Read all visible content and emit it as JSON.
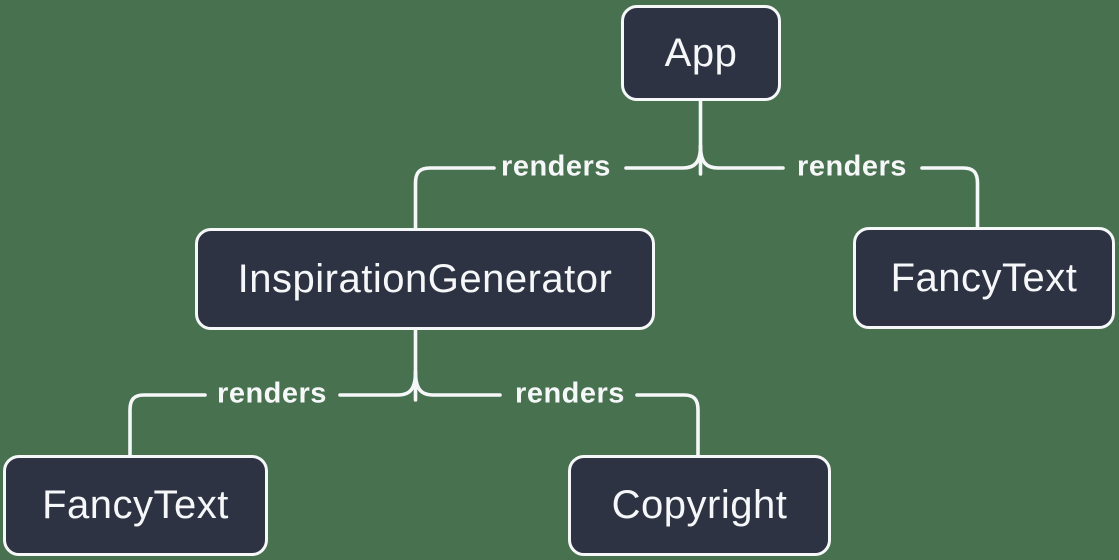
{
  "colors": {
    "background": "#48714f",
    "node_fill": "#2d3343",
    "node_border": "#f6f7f9",
    "node_text": "#f6f7f9",
    "line": "#f6f7f9",
    "label_text": "#f6f7f9"
  },
  "nodes": [
    {
      "id": "app",
      "label": "App"
    },
    {
      "id": "inspiration-generator",
      "label": "InspirationGenerator"
    },
    {
      "id": "fancy-text-top",
      "label": "FancyText"
    },
    {
      "id": "fancy-text-bottom",
      "label": "FancyText"
    },
    {
      "id": "copyright",
      "label": "Copyright"
    }
  ],
  "edges": [
    {
      "from": "App",
      "to": "InspirationGenerator",
      "label": "renders"
    },
    {
      "from": "App",
      "to": "FancyText",
      "label": "renders"
    },
    {
      "from": "InspirationGenerator",
      "to": "FancyText",
      "label": "renders"
    },
    {
      "from": "InspirationGenerator",
      "to": "Copyright",
      "label": "renders"
    }
  ]
}
